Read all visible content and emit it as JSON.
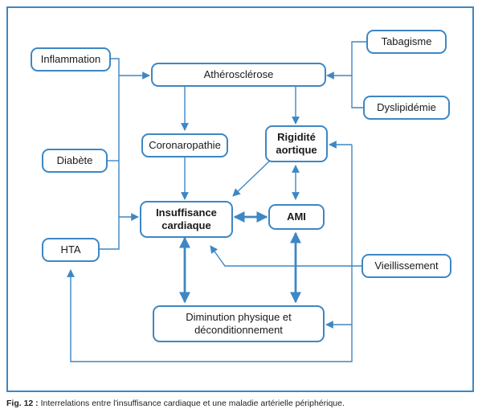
{
  "colors": {
    "stroke": "#3d87c4",
    "frame": "#3d87c4",
    "text": "#1a1a1a"
  },
  "nodes": {
    "inflammation": "Inflammation",
    "diabete": "Diabète",
    "hta": "HTA",
    "atherosclerose": "Athérosclérose",
    "tabagisme": "Tabagisme",
    "dyslipidemie": "Dyslipidémie",
    "coronaropathie": "Coronaropathie",
    "rigidite": "Rigidité\naortique",
    "insuffisance": "Insuffisance\ncardiaque",
    "ami": "AMI",
    "vieillissement": "Vieillissement",
    "diminution": "Diminution physique et\ndéconditionnement"
  },
  "caption": {
    "label": "Fig. 12 :",
    "text": " Interrelations entre l'insuffisance cardiaque et une maladie artérielle périphérique."
  }
}
